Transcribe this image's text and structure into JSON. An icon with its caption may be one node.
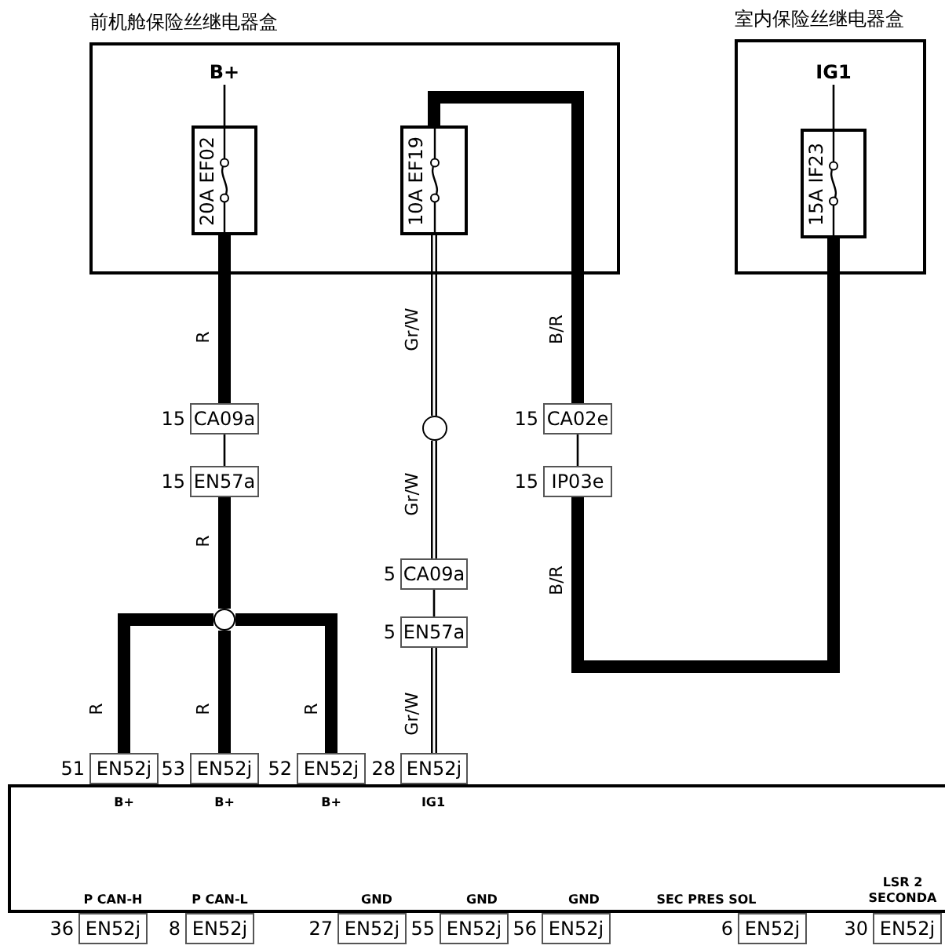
{
  "diagram": {
    "nodes": [
      {
        "text": [
          "前机舱保险丝继电器盒"
        ]
      },
      {
        "text": [
          "B+"
        ],
        "in": 0
      },
      {
        "text": [
          "20A EF02"
        ],
        "in": 0
      },
      {
        "text": [
          "10A EF19"
        ],
        "in": 0
      },
      {
        "text": [
          "室内保险丝继电器盒"
        ]
      },
      {
        "text": [
          "IG1"
        ],
        "in": 4
      },
      {
        "text": [
          "15A IF23"
        ],
        "in": 4
      },
      {
        "text": [
          "CA09a"
        ],
        "beside": [
          "15"
        ]
      },
      {
        "text": [
          "EN57a"
        ],
        "beside": [
          "15"
        ]
      },
      {
        "text": [],
        "shape": "circle"
      },
      {
        "text": [
          "CA02e"
        ],
        "beside": [
          "15"
        ]
      },
      {
        "text": [
          "IP03e"
        ],
        "beside": [
          "15"
        ]
      },
      {
        "text": [],
        "shape": "circle"
      },
      {
        "text": [
          "CA09a"
        ],
        "beside": [
          "5"
        ]
      },
      {
        "text": [
          "EN57a"
        ],
        "beside": [
          "5"
        ]
      },
      {
        "text": [],
        "shape": "box"
      },
      {
        "text": [
          "EN52j"
        ],
        "beside": [
          "51"
        ]
      },
      {
        "text": [
          "EN52j"
        ],
        "beside": [
          "53"
        ]
      },
      {
        "text": [
          "EN52j"
        ],
        "beside": [
          "52"
        ]
      },
      {
        "text": [
          "EN52j"
        ],
        "beside": [
          "28"
        ]
      },
      {
        "text": [
          "EN52j"
        ],
        "beside": [
          "36"
        ]
      },
      {
        "text": [
          "EN52j"
        ],
        "beside": [
          "8"
        ]
      },
      {
        "text": [
          "EN52j"
        ],
        "beside": [
          "27"
        ]
      },
      {
        "text": [
          "EN52j"
        ],
        "beside": [
          "55"
        ]
      },
      {
        "text": [
          "EN52j"
        ],
        "beside": [
          "56"
        ]
      },
      {
        "text": [
          "EN52j"
        ],
        "beside": [
          "6"
        ]
      },
      {
        "text": [
          "EN52j"
        ],
        "beside": [
          "30"
        ]
      }
    ],
    "edges": [
      {
        "from": 1,
        "to": 2,
        "arrow": "none"
      },
      {
        "from": 2,
        "to": 7,
        "arrow": "none",
        "label": "R",
        "style": "thick"
      },
      {
        "from": 7,
        "to": 8,
        "arrow": "none"
      },
      {
        "from": 8,
        "to": 9,
        "arrow": "none",
        "label": "R",
        "style": "thick"
      },
      {
        "from": 9,
        "to": 16,
        "arrow": "none",
        "label": "R",
        "style": "thick"
      },
      {
        "from": 9,
        "to": 17,
        "arrow": "none",
        "label": "R",
        "style": "thick"
      },
      {
        "from": 9,
        "to": 18,
        "arrow": "none",
        "label": "R",
        "style": "thick"
      },
      {
        "from": 3,
        "to": 10,
        "arrow": "none",
        "label": "B/R",
        "style": "thick"
      },
      {
        "from": 3,
        "to": 12,
        "arrow": "none",
        "label": "Gr/W"
      },
      {
        "from": 12,
        "to": 13,
        "arrow": "none",
        "label": "Gr/W"
      },
      {
        "from": 13,
        "to": 14,
        "arrow": "none"
      },
      {
        "from": 14,
        "to": 19,
        "arrow": "none",
        "label": "Gr/W"
      },
      {
        "from": 10,
        "to": 11,
        "arrow": "none"
      },
      {
        "from": 11,
        "to": 6,
        "arrow": "none",
        "label": "B/R",
        "style": "thick"
      },
      {
        "from": 5,
        "to": 6,
        "arrow": "none"
      }
    ],
    "labels": [
      "B+",
      "B+",
      "B+",
      "IG1",
      "P CAN-H",
      "P CAN-L",
      "GND",
      "GND",
      "GND",
      "SEC PRES SOL",
      "LSR 2 SECONDA"
    ]
  }
}
